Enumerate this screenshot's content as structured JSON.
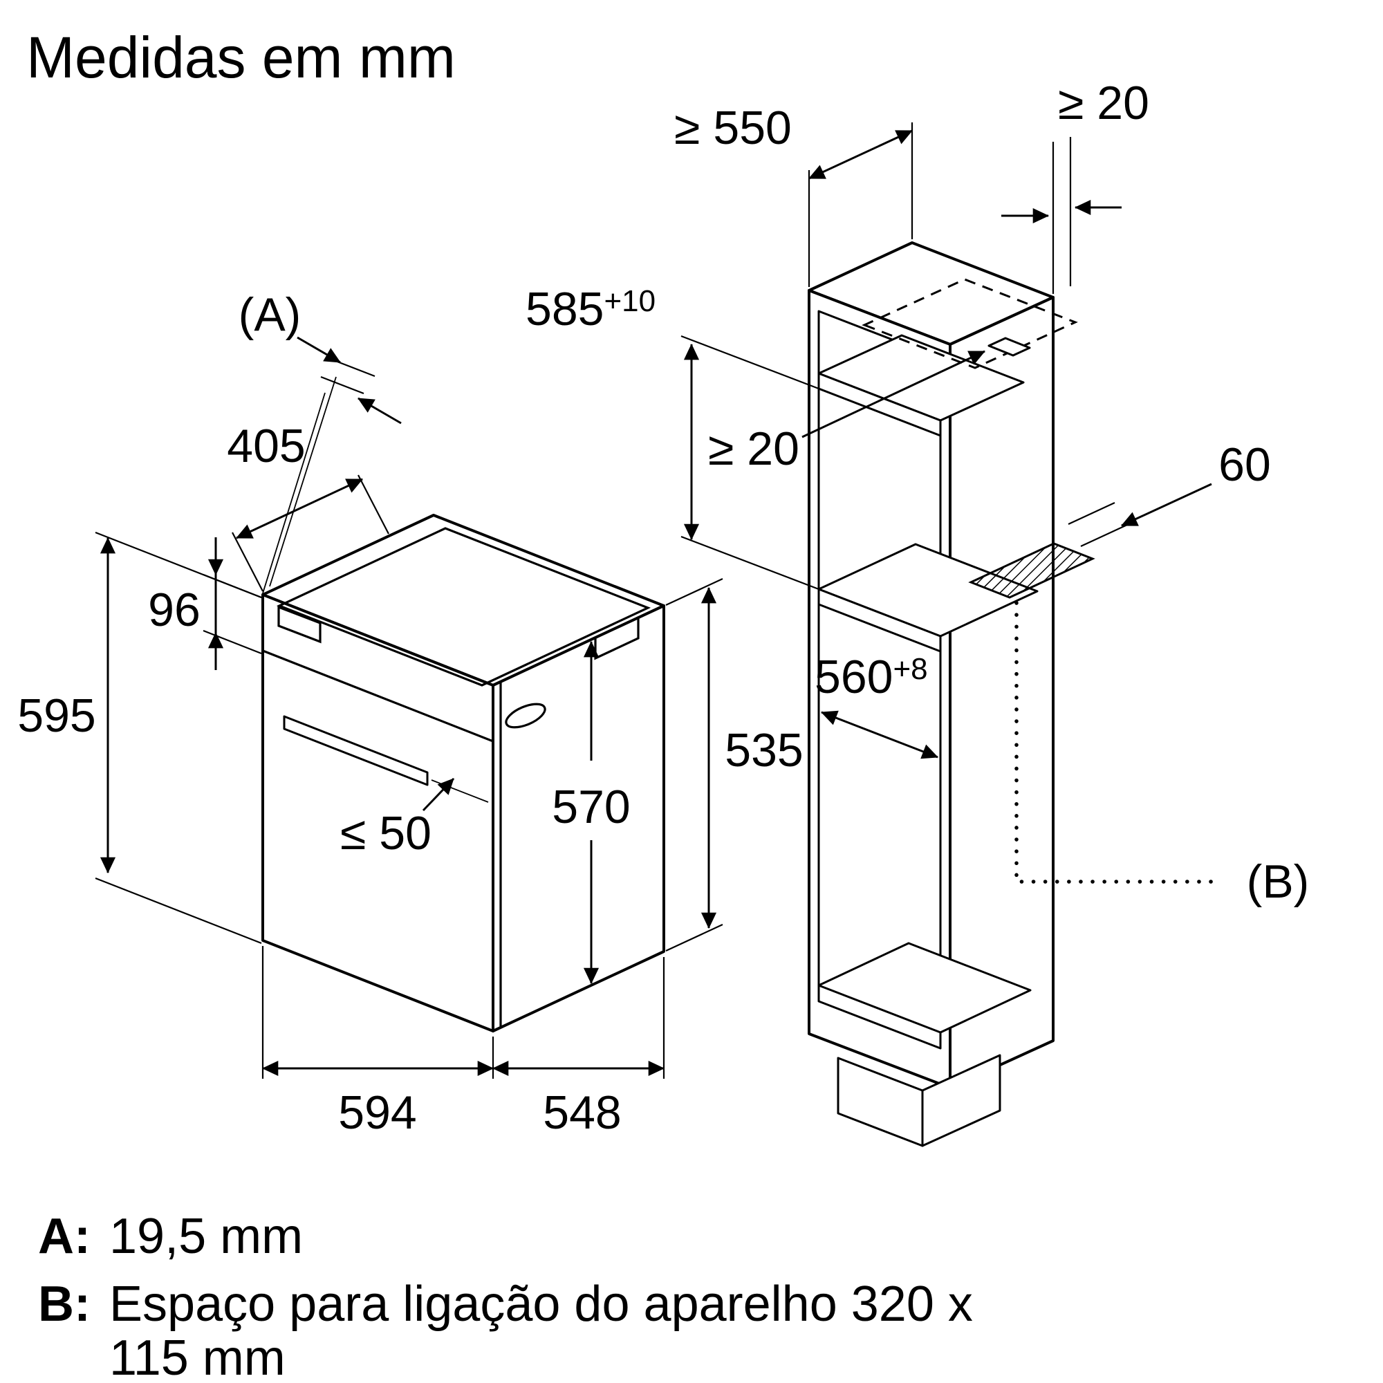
{
  "title": "Medidas em mm",
  "oven": {
    "dims": {
      "ref_a": "(A)",
      "top_depth": "405",
      "panel_height": "96",
      "front_height": "595",
      "handle_clearance": "≤ 50",
      "body_height": "570",
      "rear_height": "535",
      "front_width": "594",
      "body_depth": "548"
    }
  },
  "cabinet": {
    "dims": {
      "top_depth": "≥ 550",
      "rear_gap_top": "≥ 20",
      "niche_height_main": "585",
      "niche_height_sup": "+10",
      "rear_gap_mid": "≥ 20",
      "vent_depth": "60",
      "niche_width_main": "560",
      "niche_width_sup": "+8",
      "ref_b": "(B)"
    }
  },
  "notes": {
    "a_key": "A:",
    "a_text": "19,5 mm",
    "b_key": "B:",
    "b_text": "Espaço para ligação do aparelho 320 x",
    "b_text2": "115 mm"
  },
  "colors": {
    "line": "#000000",
    "background": "#ffffff"
  }
}
